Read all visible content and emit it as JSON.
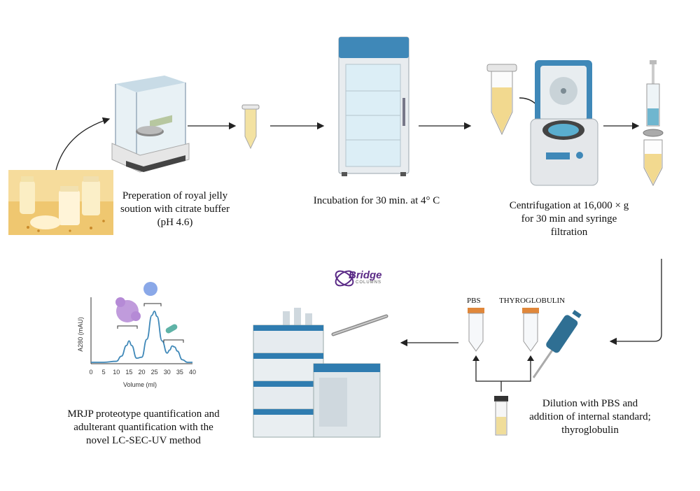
{
  "steps": [
    {
      "lines": [
        "Preperation of royal jelly",
        "soution with citrate buffer",
        "(pH 4.6)"
      ]
    },
    {
      "lines": [
        "Incubation for 30 min. at 4° C"
      ]
    },
    {
      "lines": [
        "Centrifugation at 16,000 × g",
        "for 30 min and syringe",
        "filtration"
      ]
    },
    {
      "lines": [
        "Dilution with PBS and",
        "addition of internal standard;",
        "thyroglobulin"
      ]
    },
    {
      "lines": [
        "MRJP proteotype quantification and",
        "adulterant quantification with the",
        "novel LC-SEC-UV method"
      ]
    }
  ],
  "tube_labels": {
    "pbs": "PBS",
    "thyroglobulin": "THYROGLOBULIN"
  },
  "logo": {
    "main": "Bridge",
    "sub": "COLUMNS"
  },
  "chart_data": {
    "type": "line",
    "title": "",
    "xlabel": "Volume (ml)",
    "ylabel": "A280 (mAU)",
    "xlim": [
      0,
      40
    ],
    "x_ticks": [
      "0",
      "5",
      "10",
      "15",
      "20",
      "25",
      "30",
      "35",
      "40"
    ],
    "series": [
      {
        "x": [
          0,
          5,
          10,
          12,
          14,
          15,
          16,
          18,
          20,
          22,
          24,
          25,
          26,
          28,
          30,
          31,
          32,
          33,
          34,
          36,
          38,
          40
        ],
        "y": [
          0,
          0,
          0.02,
          0.12,
          0.33,
          0.42,
          0.33,
          0.08,
          0.1,
          0.45,
          0.92,
          1.0,
          0.9,
          0.42,
          0.18,
          0.24,
          0.32,
          0.3,
          0.22,
          0.05,
          0,
          0
        ]
      }
    ]
  },
  "colors": {
    "accent_blue": "#3f88b8",
    "jelly": "#f4e4a6",
    "arrow": "#222222",
    "mrjp": "#b58ad6",
    "protein_blue": "#8aa8e8",
    "adulterant": "#5fb3a7"
  }
}
